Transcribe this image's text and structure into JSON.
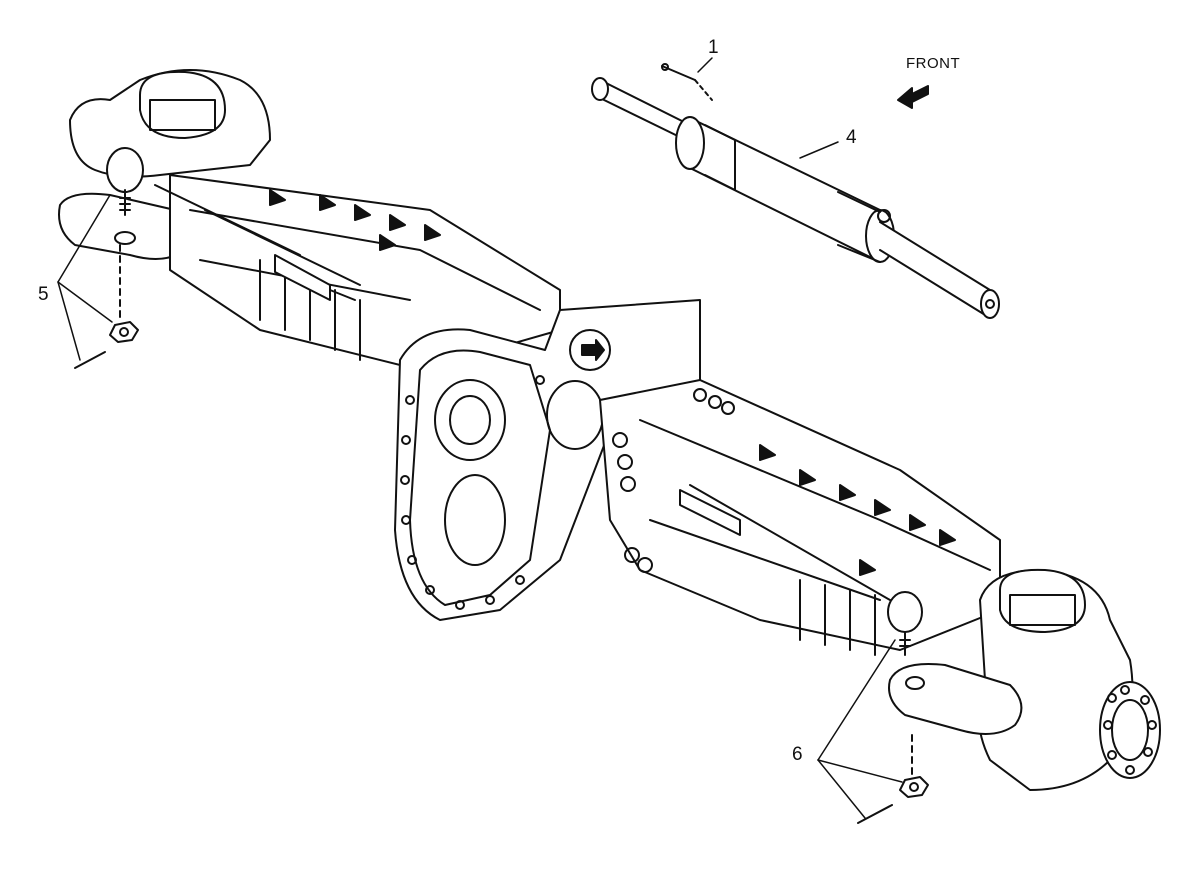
{
  "diagram": {
    "orientation_label": "FRONT",
    "callouts": [
      "1",
      "4",
      "5",
      "6"
    ],
    "parts": [
      "cotter-pin",
      "steering-cylinder",
      "tie-rod-end-left",
      "tie-rod-end-right",
      "castle-nut",
      "front-axle-housing",
      "differential-housing",
      "steering-knuckle-left",
      "steering-knuckle-right",
      "wheel-hub"
    ],
    "colors": {
      "line": "#111111",
      "background": "#ffffff"
    }
  }
}
